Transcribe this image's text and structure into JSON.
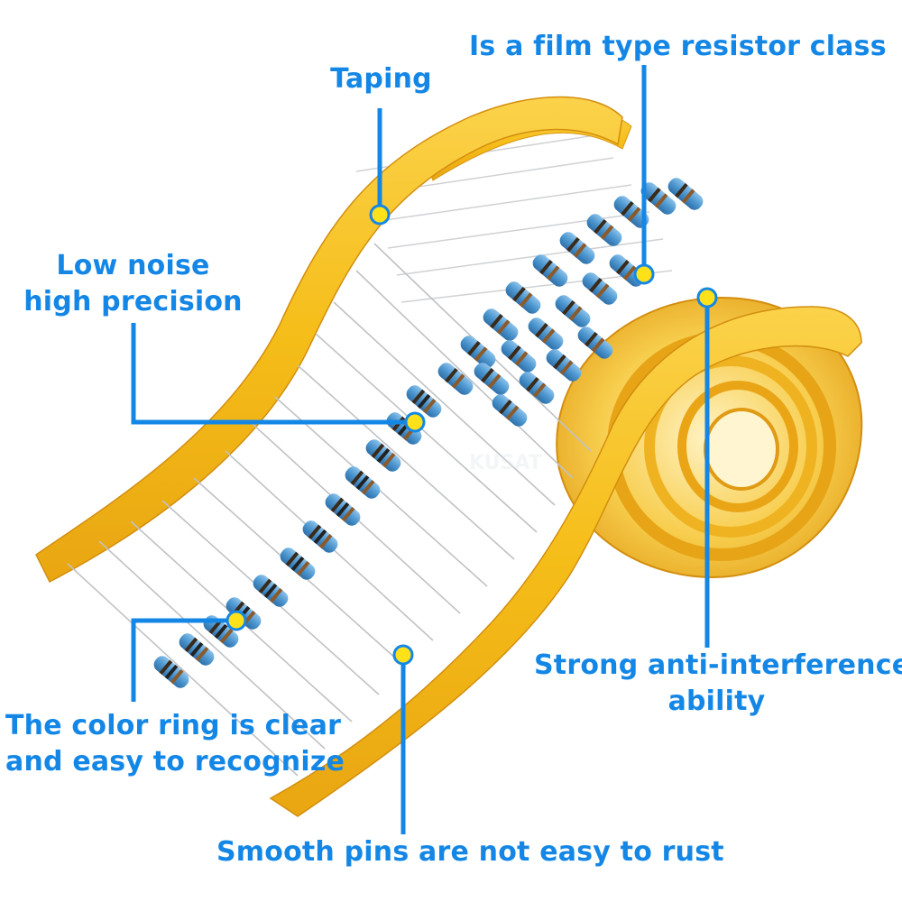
{
  "annotations": {
    "taping": "Taping",
    "film_type": "Is a film type resistor class",
    "low_noise": [
      "Low noise",
      "high precision"
    ],
    "color_ring": [
      "The color ring is clear",
      "and easy to recognize"
    ],
    "anti_interference": [
      "Strong anti-interference",
      "ability"
    ],
    "smooth_pins": "Smooth pins are not easy to rust"
  },
  "colors": {
    "callout_blue": "#1487e6",
    "marker_yellow": "#ffe11a",
    "tape_yellow": "#f7c21a",
    "tape_shadow": "#e8a715",
    "resistor_body": "#5aa2d6",
    "lead_wire": "#c7c9cc"
  },
  "watermark": "KUSAT"
}
